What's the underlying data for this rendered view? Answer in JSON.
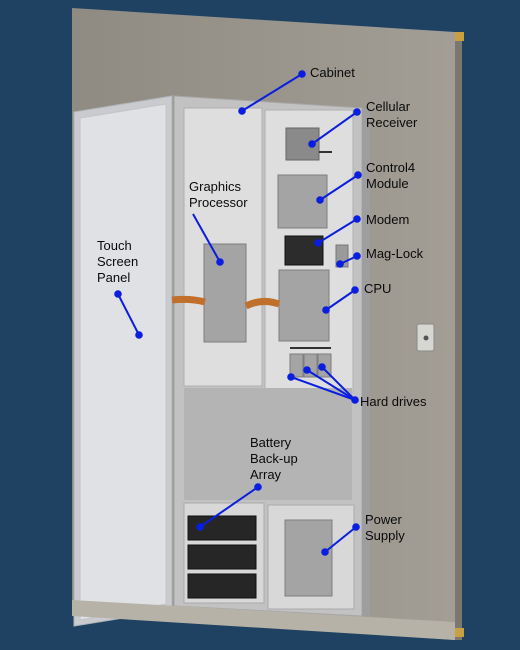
{
  "diagram": {
    "components": {
      "cabinet": "Cabinet",
      "cellular_receiver": "Cellular\nReceiver",
      "control4_module": "Control4\nModule",
      "modem": "Modem",
      "mag_lock": "Mag-Lock",
      "cpu": "CPU",
      "hard_drives": "Hard drives",
      "graphics_processor": "Graphics\nProcessor",
      "touch_screen_panel": "Touch\nScreen\nPanel",
      "battery_backup_array": "Battery\nBack-up\nArray",
      "power_supply": "Power\nSupply"
    },
    "colors": {
      "background": "#1f4262",
      "cabinet_wall": "#9a968c",
      "leader_line": "#0a1ee0",
      "cable": "#c0702a",
      "hinge": "#c8a040"
    }
  }
}
